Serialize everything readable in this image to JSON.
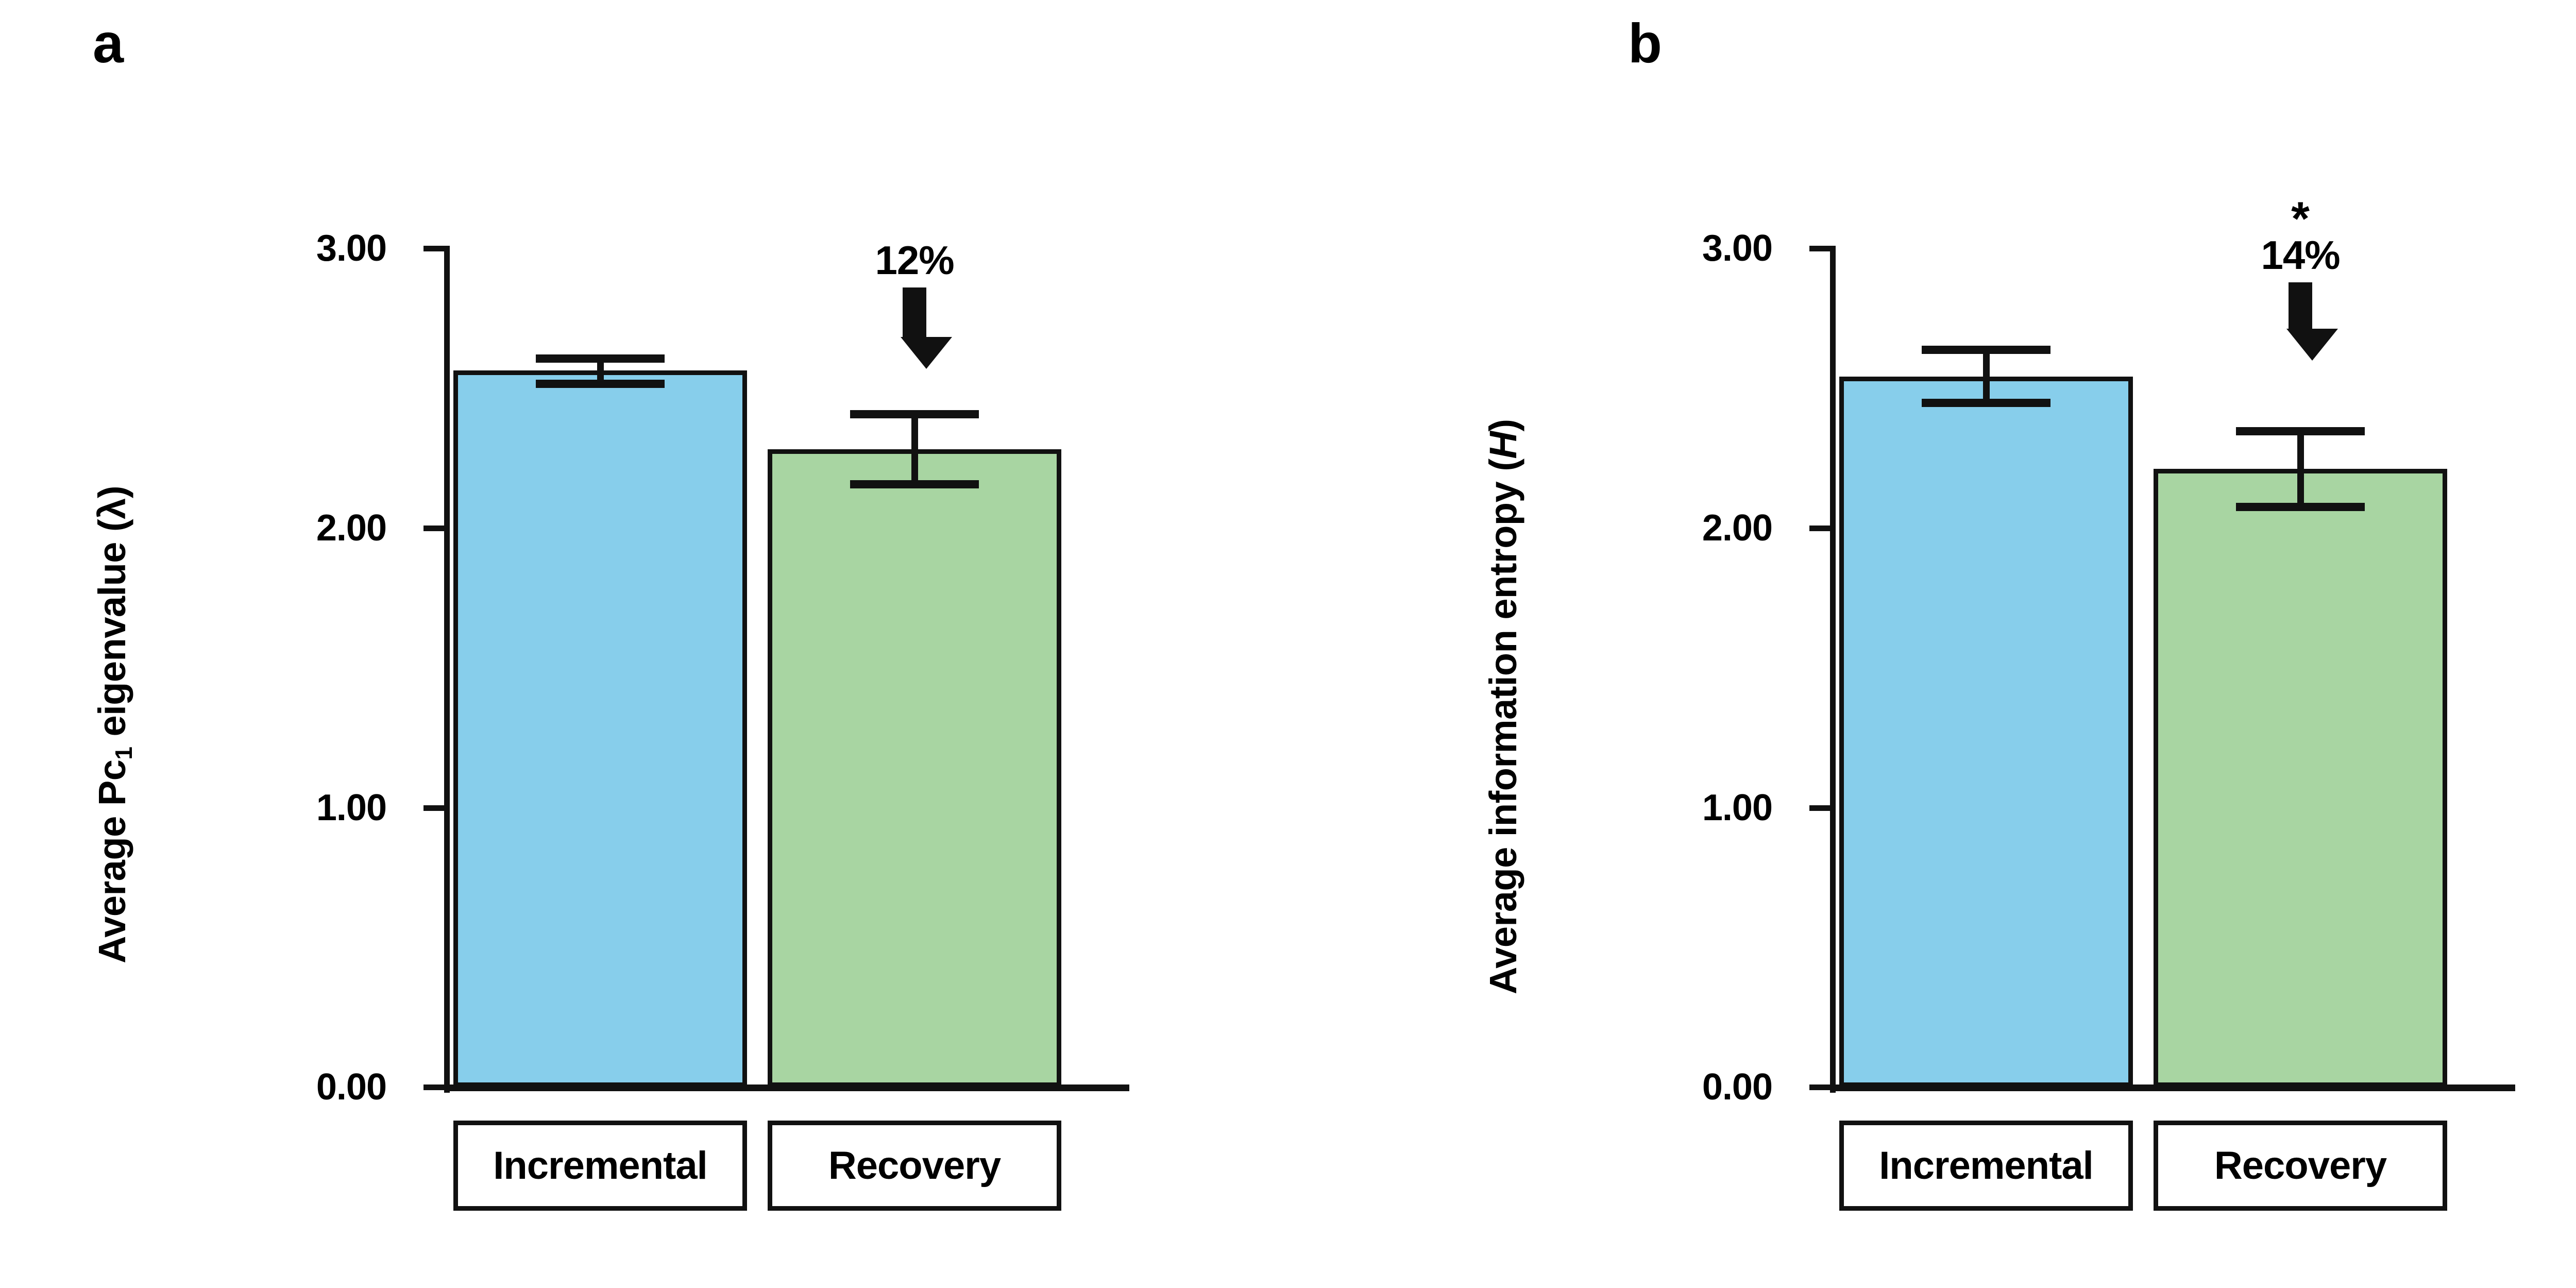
{
  "figure": {
    "background": "#ffffff",
    "bar_colors": {
      "incremental": "#87CEEB",
      "recovery": "#A8D5A2"
    },
    "line_color": "#111111"
  },
  "panels": [
    {
      "letter": "a",
      "ylabel_prefix": "Average Pc",
      "ylabel_sub": "1",
      "ylabel_suffix": " eigenvalue (λ)",
      "categories": [
        "Incremental",
        "Recovery"
      ],
      "annotation": {
        "percent": "12%",
        "star": "",
        "arrow": "down-arrow"
      },
      "ticks": [
        "0.00",
        "1.00",
        "2.00",
        "3.00"
      ]
    },
    {
      "letter": "b",
      "ylabel_prefix": "Average information entropy (",
      "ylabel_italic": "H",
      "ylabel_suffix": ")",
      "categories": [
        "Incremental",
        "Recovery"
      ],
      "annotation": {
        "percent": "14%",
        "star": "*",
        "arrow": "down-arrow"
      },
      "ticks": [
        "0.00",
        "1.00",
        "2.00",
        "3.00"
      ]
    }
  ],
  "chart_data": [
    {
      "type": "bar",
      "panel": "a",
      "title": "",
      "xlabel": "",
      "ylabel": "Average Pc1 eigenvalue (λ)",
      "categories": [
        "Incremental",
        "Recovery"
      ],
      "values": [
        2.56,
        2.28
      ],
      "errors": [
        0.06,
        0.14
      ],
      "error_lower": [
        2.5,
        2.14
      ],
      "error_upper": [
        2.62,
        2.42
      ],
      "ylim": [
        0.0,
        3.0
      ],
      "yticks": [
        0.0,
        1.0,
        2.0,
        3.0
      ],
      "ytick_labels": [
        "0.00",
        "1.00",
        "2.00",
        "3.00"
      ],
      "grid": false,
      "legend": "none",
      "annotations": [
        {
          "text": "12%",
          "target": "Recovery",
          "marker": "down-arrow",
          "significance": ""
        }
      ],
      "series_colors": [
        "#87CEEB",
        "#A8D5A2"
      ]
    },
    {
      "type": "bar",
      "panel": "b",
      "title": "",
      "xlabel": "",
      "ylabel": "Average information entropy (H)",
      "categories": [
        "Incremental",
        "Recovery"
      ],
      "values": [
        2.54,
        2.21
      ],
      "errors": [
        0.11,
        0.15
      ],
      "error_lower": [
        2.43,
        2.06
      ],
      "error_upper": [
        2.65,
        2.36
      ],
      "ylim": [
        0.0,
        3.0
      ],
      "yticks": [
        0.0,
        1.0,
        2.0,
        3.0
      ],
      "ytick_labels": [
        "0.00",
        "1.00",
        "2.00",
        "3.00"
      ],
      "grid": false,
      "legend": "none",
      "annotations": [
        {
          "text": "14%",
          "target": "Recovery",
          "marker": "down-arrow",
          "significance": "*"
        }
      ],
      "series_colors": [
        "#87CEEB",
        "#A8D5A2"
      ]
    }
  ]
}
